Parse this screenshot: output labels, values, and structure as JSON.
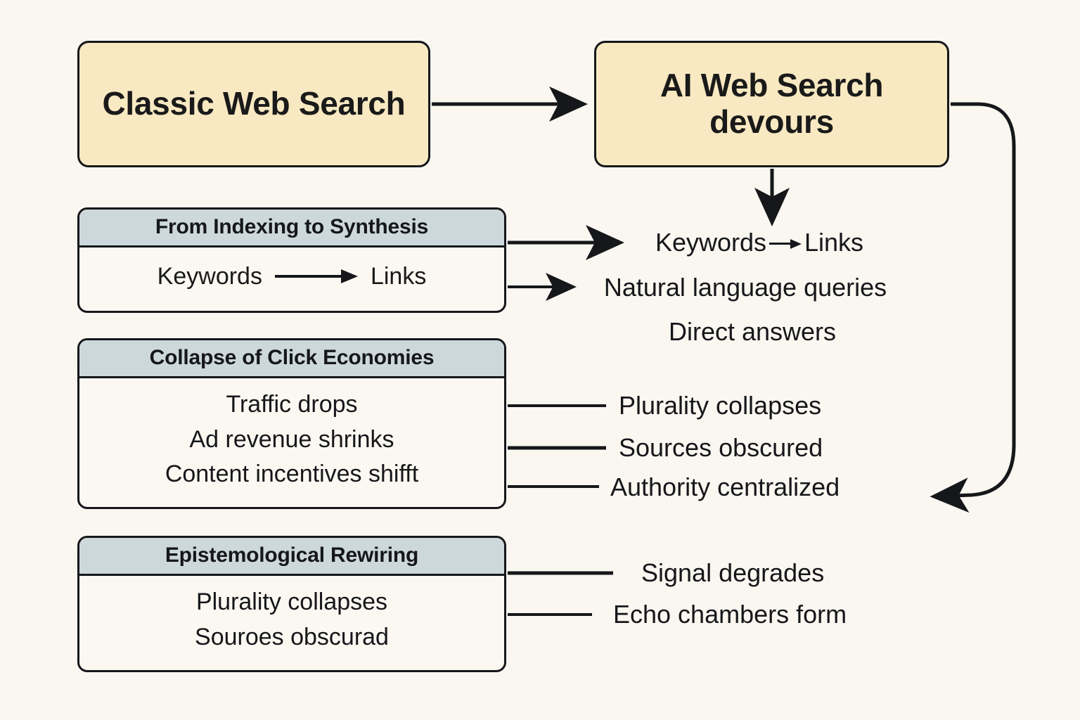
{
  "canvas": {
    "background_color": "#faf6f0",
    "ink_color": "#15171a",
    "box_fill": "#f8e9c2",
    "panel_header_fill": "#cdd8db",
    "panel_body_fill": "#fbf7f1"
  },
  "top_boxes": {
    "classic": {
      "label": "Classic Web Search"
    },
    "ai": {
      "label": "AI Web Search devours"
    }
  },
  "panels": [
    {
      "id": "indexing",
      "header": "From Indexing to Synthesis",
      "rows": [
        {
          "type": "arrow-pair",
          "left": "Keywords",
          "right": "Links"
        }
      ]
    },
    {
      "id": "clicks",
      "header": "Collapse of Click Economies",
      "rows": [
        {
          "type": "text",
          "text": "Traffic drops"
        },
        {
          "type": "text",
          "text": "Ad revenue shrinks"
        },
        {
          "type": "text",
          "text": "Content incentives shifft"
        }
      ]
    },
    {
      "id": "epistemic",
      "header": "Epistemological Rewiring",
      "rows": [
        {
          "type": "text",
          "text": "Plurality collapses"
        },
        {
          "type": "text",
          "text": "Souroes obscurad"
        }
      ]
    }
  ],
  "right_labels": {
    "synthesis_group": {
      "keywords": "Keywords",
      "links": "Links",
      "natural_language": "Natural language queries",
      "direct_answers": "Direct answers"
    },
    "clicks_group": [
      "Plurality collapses",
      "Sources obscured",
      "Authority centralized"
    ],
    "epistemic_group": [
      "Signal degrades",
      "Echo chambers form"
    ]
  }
}
